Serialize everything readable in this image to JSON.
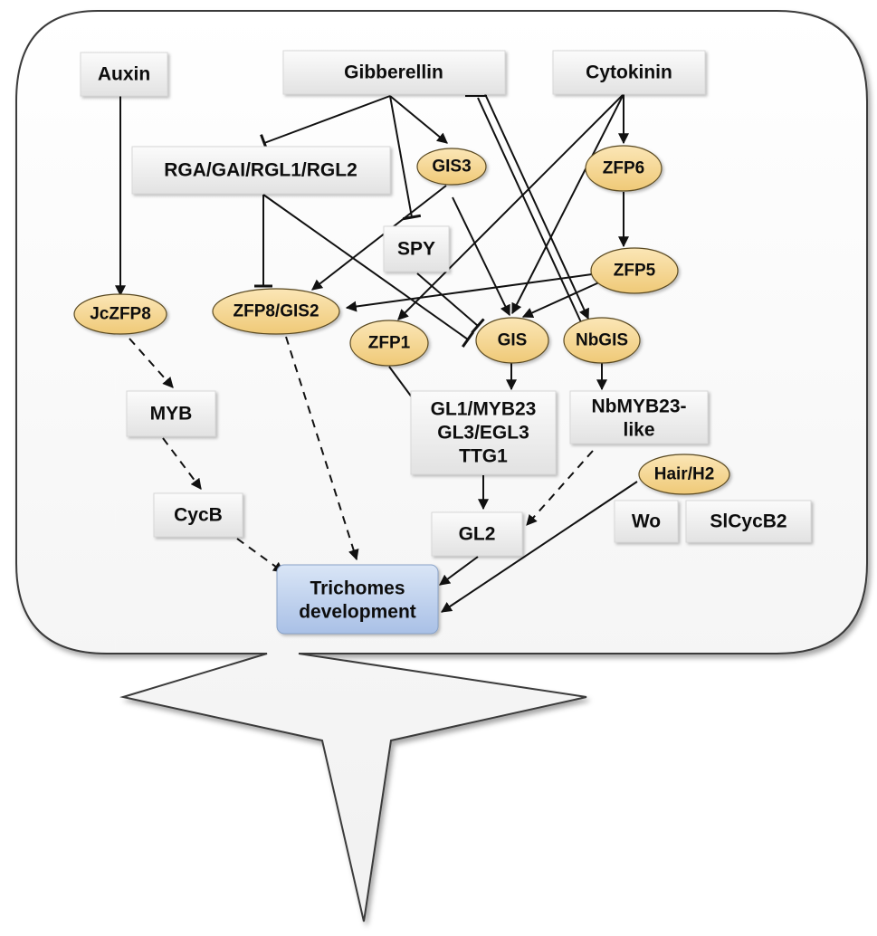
{
  "nodes": {
    "auxin": "Auxin",
    "gibberellin": "Gibberellin",
    "cytokinin": "Cytokinin",
    "rga": "RGA/GAI/RGL1/RGL2",
    "gis3": "GIS3",
    "zfp6": "ZFP6",
    "spy": "SPY",
    "zfp5": "ZFP5",
    "jczfp8": "JcZFP8",
    "zfp8gis2": "ZFP8/GIS2",
    "zfp1": "ZFP1",
    "gis": "GIS",
    "nbgis": "NbGIS",
    "myb": "MYB",
    "gl1_line1": "GL1/MYB23",
    "gl1_line2": "GL3/EGL3",
    "gl1_line3": "TTG1",
    "nbmyb_line1": "NbMYB23-",
    "nbmyb_line2": "like",
    "hair": "Hair/H2",
    "cycb": "CycB",
    "gl2": "GL2",
    "wo": "Wo",
    "slcycb2": "SlCycB2",
    "trichomes_line1": "Trichomes",
    "trichomes_line2": "development"
  },
  "colors": {
    "ellipse_fill": "#f5d48f",
    "box_fill": "#ececec",
    "target_fill": "#bcd0ee",
    "edge": "#111111"
  }
}
